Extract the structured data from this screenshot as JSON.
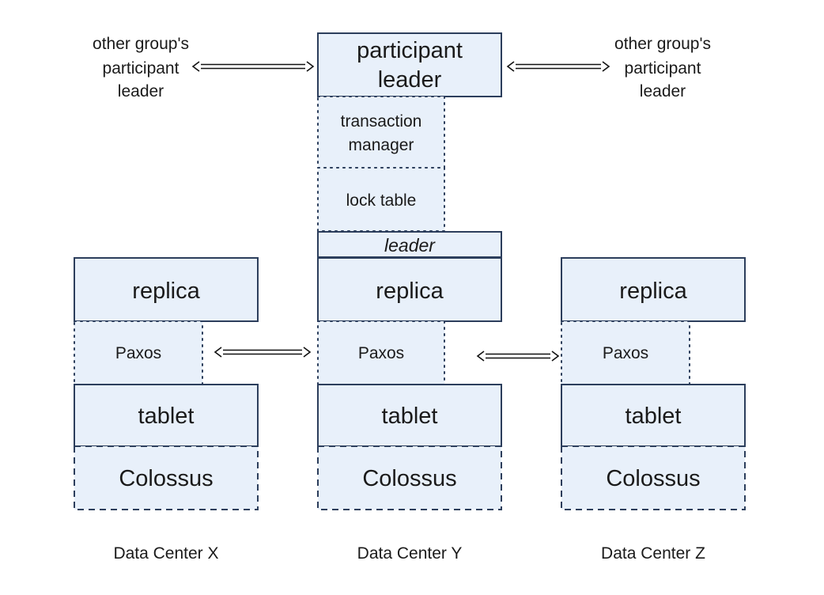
{
  "participant_leader": "participant leader",
  "transaction_manager": "transaction manager",
  "lock_table": "lock table",
  "leader_label": "leader",
  "other_group_left": "other group's participant leader",
  "other_group_right": "other group's participant leader",
  "datacenters": [
    {
      "replica": "replica",
      "paxos": "Paxos",
      "tablet": "tablet",
      "colossus": "Colossus",
      "label": "Data Center X"
    },
    {
      "replica": "replica",
      "paxos": "Paxos",
      "tablet": "tablet",
      "colossus": "Colossus",
      "label": "Data Center Y"
    },
    {
      "replica": "replica",
      "paxos": "Paxos",
      "tablet": "tablet",
      "colossus": "Colossus",
      "label": "Data Center Z"
    }
  ],
  "colors": {
    "fill": "#e8f0fa",
    "stroke": "#2c3e5c"
  }
}
